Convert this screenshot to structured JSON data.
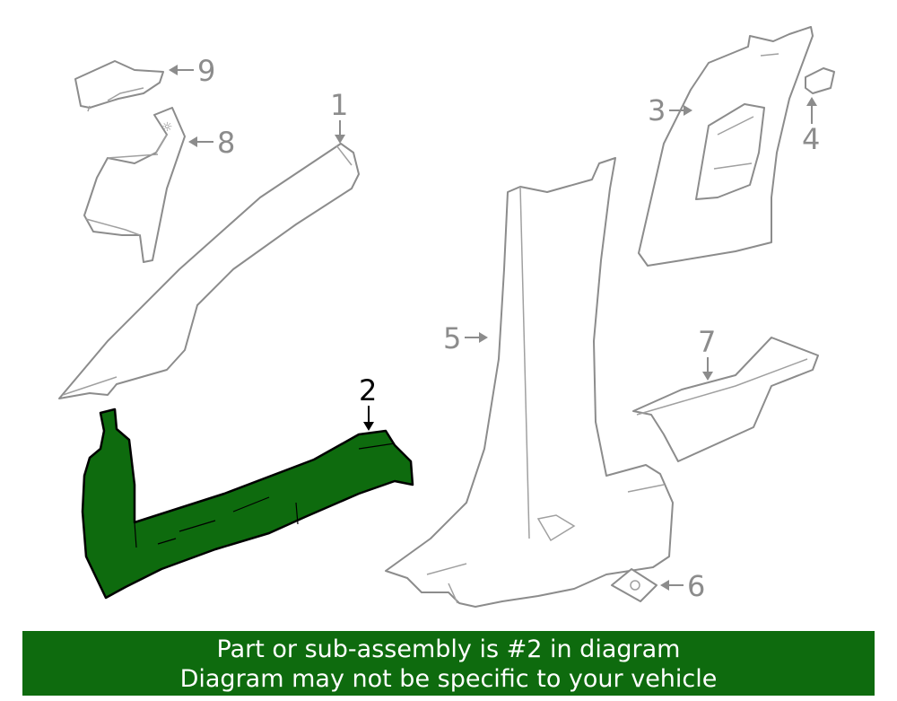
{
  "callouts": {
    "c1": "1",
    "c2": "2",
    "c3": "3",
    "c4": "4",
    "c5": "5",
    "c6": "6",
    "c7": "7",
    "c8": "8",
    "c9": "9"
  },
  "banner": {
    "line1": "Part or sub-assembly is #2 in diagram",
    "line2": "Diagram may not be specific to your vehicle"
  },
  "colors": {
    "highlight": "#0e6b0e",
    "outline": "#8c8c8c",
    "banner_text": "#ffffff"
  }
}
